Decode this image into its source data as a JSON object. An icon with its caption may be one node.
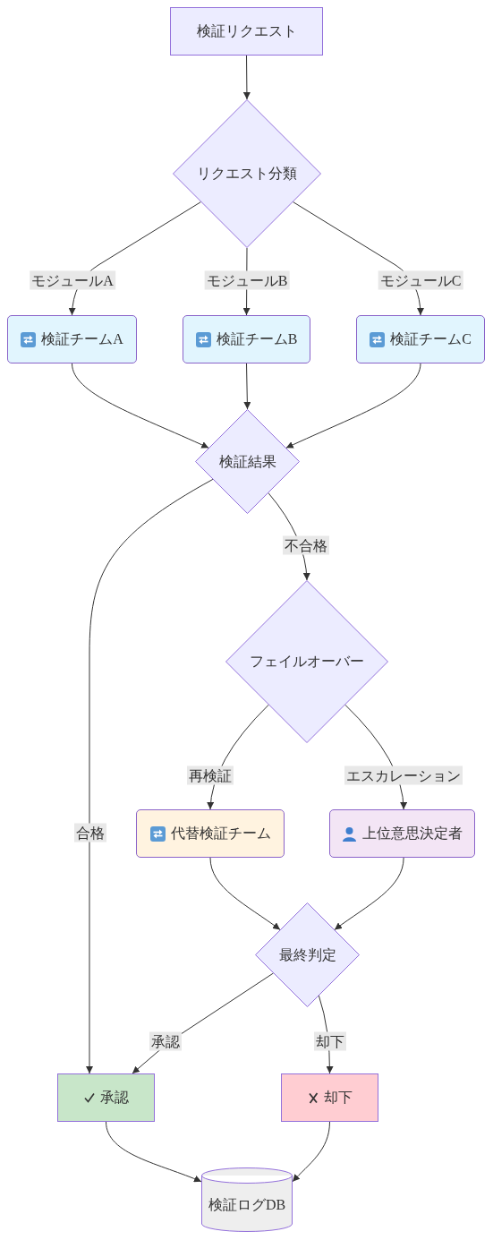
{
  "diagram": {
    "nodes": [
      {
        "text": [
          "検証リクエスト"
        ]
      },
      {
        "text": [
          "リクエスト分類"
        ]
      },
      {
        "text": [
          "検証チームA"
        ]
      },
      {
        "text": [
          "検証チームB"
        ]
      },
      {
        "text": [
          "検証チームC"
        ]
      },
      {
        "text": [
          "検証結果"
        ]
      },
      {
        "text": [
          "フェイルオーバー"
        ]
      },
      {
        "text": [
          "代替検証チーム"
        ]
      },
      {
        "text": [
          "上位意思決定者"
        ]
      },
      {
        "text": [
          "最終判定"
        ]
      },
      {
        "text": [
          "承認"
        ]
      },
      {
        "text": [
          "却下"
        ]
      },
      {
        "text": [
          "検証ログDB"
        ]
      }
    ],
    "edges": [
      {
        "from": 0,
        "to": 1,
        "arrow": "to"
      },
      {
        "from": 1,
        "to": 2,
        "arrow": "to",
        "label": "モジュールA"
      },
      {
        "from": 1,
        "to": 3,
        "arrow": "to",
        "label": "モジュールB"
      },
      {
        "from": 1,
        "to": 4,
        "arrow": "to",
        "label": "モジュールC"
      },
      {
        "from": 2,
        "to": 5,
        "arrow": "to"
      },
      {
        "from": 3,
        "to": 5,
        "arrow": "to"
      },
      {
        "from": 4,
        "to": 5,
        "arrow": "to"
      },
      {
        "from": 5,
        "to": 10,
        "arrow": "to",
        "label": "合格"
      },
      {
        "from": 5,
        "to": 6,
        "arrow": "to",
        "label": "不合格"
      },
      {
        "from": 6,
        "to": 7,
        "arrow": "to",
        "label": "再検証"
      },
      {
        "from": 6,
        "to": 8,
        "arrow": "to",
        "label": "エスカレーション"
      },
      {
        "from": 7,
        "to": 9,
        "arrow": "to"
      },
      {
        "from": 8,
        "to": 9,
        "arrow": "to"
      },
      {
        "from": 9,
        "to": 10,
        "arrow": "to",
        "label": "承認"
      },
      {
        "from": 9,
        "to": 11,
        "arrow": "to",
        "label": "却下"
      },
      {
        "from": 10,
        "to": 12,
        "arrow": "to"
      },
      {
        "from": 11,
        "to": 12,
        "arrow": "to"
      }
    ]
  }
}
